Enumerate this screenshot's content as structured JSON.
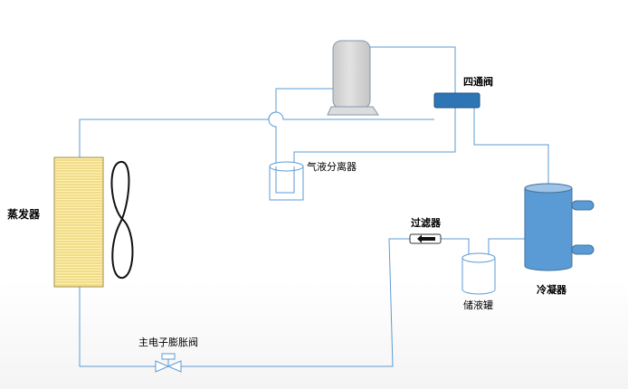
{
  "diagram": {
    "labels": {
      "four_way_valve": "四通阀",
      "gas_liquid_separator": "气液分离器",
      "evaporator": "蒸发器",
      "filter": "过滤器",
      "condenser": "冷凝器",
      "liquid_receiver": "储液罐",
      "main_electronic_expansion_valve": "主电子膨胀阀"
    },
    "colors": {
      "pipe": "#5b9bd5",
      "component_blue": "#5b9bd5",
      "valve_blue": "#2e75b6",
      "evaporator_fill": "#fff2b0",
      "evaporator_lines": "#d9b64a",
      "compressor_fill": "#d9d9d9",
      "compressor_stroke": "#8497b0"
    },
    "icons": {
      "compressor": "compressor-icon",
      "four_way_valve": "four-way-valve-icon",
      "gas_liquid_separator": "separator-tank-icon",
      "evaporator": "finned-coil-icon",
      "fan": "fan-blade-icon",
      "filter": "filter-icon",
      "condenser": "condenser-cylinder-icon",
      "liquid_receiver": "receiver-tank-icon",
      "expansion_valve": "expansion-valve-icon"
    }
  }
}
